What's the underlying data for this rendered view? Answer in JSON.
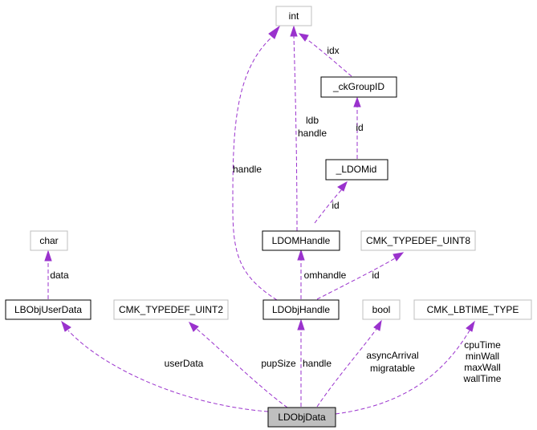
{
  "diagram": {
    "title": "LDObjData collaboration graph",
    "edge_color": "#9a32cd",
    "nodes": {
      "int": "int",
      "ckGroupID": "_ckGroupID",
      "LDOMid": "_LDOMid",
      "char": "char",
      "LDOMHandle": "LDOMHandle",
      "uint8": "CMK_TYPEDEF_UINT8",
      "LBObjUserData": "LBObjUserData",
      "uint2": "CMK_TYPEDEF_UINT2",
      "LDObjHandle": "LDObjHandle",
      "bool": "bool",
      "lbtime": "CMK_LBTIME_TYPE",
      "LDObjData": "LDObjData"
    },
    "edges": {
      "ckgroupid_int": [
        "idx"
      ],
      "ldomid_ckgroupid": [
        "id"
      ],
      "ldomhandle_int": [
        "ldb",
        "handle"
      ],
      "ldomhandle_ldomid": [
        "id"
      ],
      "ldobjhandle_int": [
        "handle"
      ],
      "ldobjhandle_ldomhandle": [
        "omhandle"
      ],
      "ldobjhandle_uint8": [
        "id"
      ],
      "lbobjuserdata_char": [
        "data"
      ],
      "ldobjdata_lbobjuserdata": [
        "userData"
      ],
      "ldobjdata_uint2": [
        "pupSize"
      ],
      "ldobjdata_ldobjhandle": [
        "handle"
      ],
      "ldobjdata_bool": [
        "asyncArrival",
        "migratable"
      ],
      "ldobjdata_lbtime": [
        "cpuTime",
        "minWall",
        "maxWall",
        "wallTime"
      ]
    }
  }
}
